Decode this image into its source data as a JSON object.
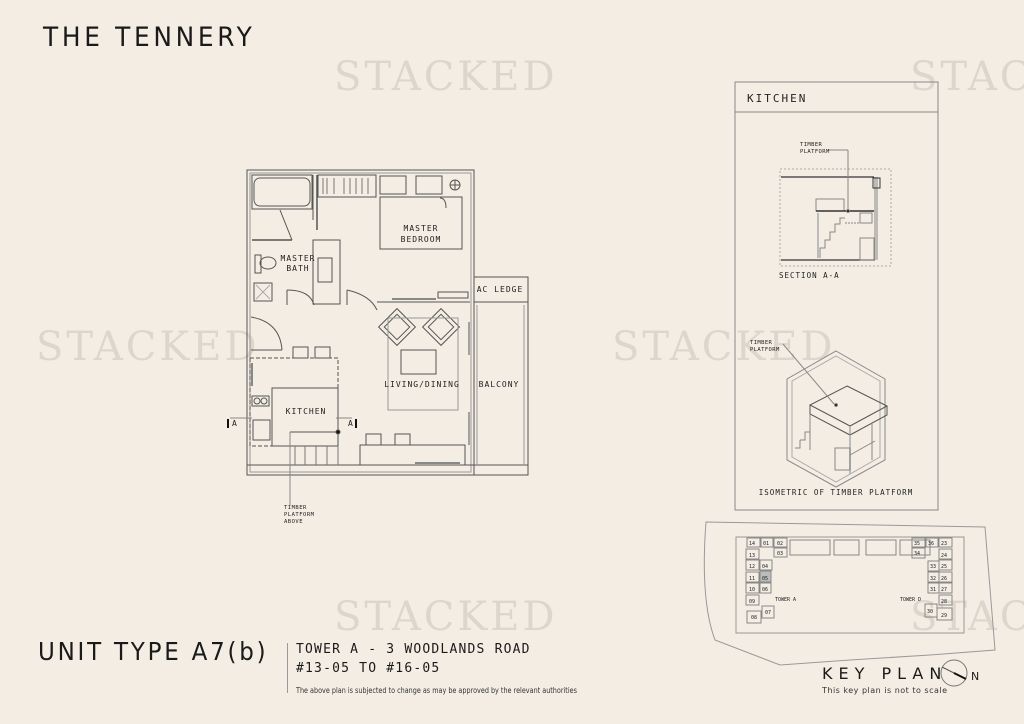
{
  "header": {
    "project_name": "THE TENNERY"
  },
  "watermark": {
    "text": "STACKED"
  },
  "floor_plan": {
    "rooms": {
      "master_bedroom_line1": "MASTER",
      "master_bedroom_line2": "BEDROOM",
      "master_bath_line1": "MASTER",
      "master_bath_line2": "BATH",
      "ac_ledge": "AC LEDGE",
      "living_dining": "LIVING/DINING",
      "balcony": "BALCONY",
      "kitchen": "KITCHEN"
    },
    "section_marker": "A",
    "annotation": {
      "line1": "TIMBER",
      "line2": "PLATFORM",
      "line3": "ABOVE"
    }
  },
  "kitchen_panel": {
    "title": "KITCHEN",
    "section": {
      "label": "SECTION A-A",
      "callout_line1": "TIMBER",
      "callout_line2": "PLATFORM"
    },
    "isometric": {
      "label": "ISOMETRIC OF TIMBER PLATFORM",
      "callout_line1": "TIMBER",
      "callout_line2": "PLATFORM"
    }
  },
  "key_plan": {
    "title": "KEY PLAN",
    "note": "This key plan is not to scale",
    "north_label": "N",
    "towers": {
      "tower_a": "TOWER A",
      "tower_d": "TOWER D"
    },
    "highlighted_unit": "05",
    "units": [
      "14",
      "01",
      "02",
      "03",
      "13",
      "12",
      "04",
      "11",
      "05",
      "10",
      "06",
      "09",
      "08",
      "07",
      "35",
      "36",
      "23",
      "34",
      "24",
      "33",
      "25",
      "32",
      "26",
      "31",
      "27",
      "28",
      "30",
      "29"
    ]
  },
  "footer": {
    "unit_type": "UNIT TYPE A7(b)",
    "address_line": "TOWER A - 3 WOODLANDS ROAD",
    "unit_range": "#13-05 TO #16-05",
    "disclaimer": "The above plan is subjected to change as may be approved by the relevant authorities"
  },
  "colors": {
    "background": "#f4ede4",
    "line": "#555555",
    "watermark": "#ddd6cd",
    "highlight": "#b8b8b8"
  }
}
